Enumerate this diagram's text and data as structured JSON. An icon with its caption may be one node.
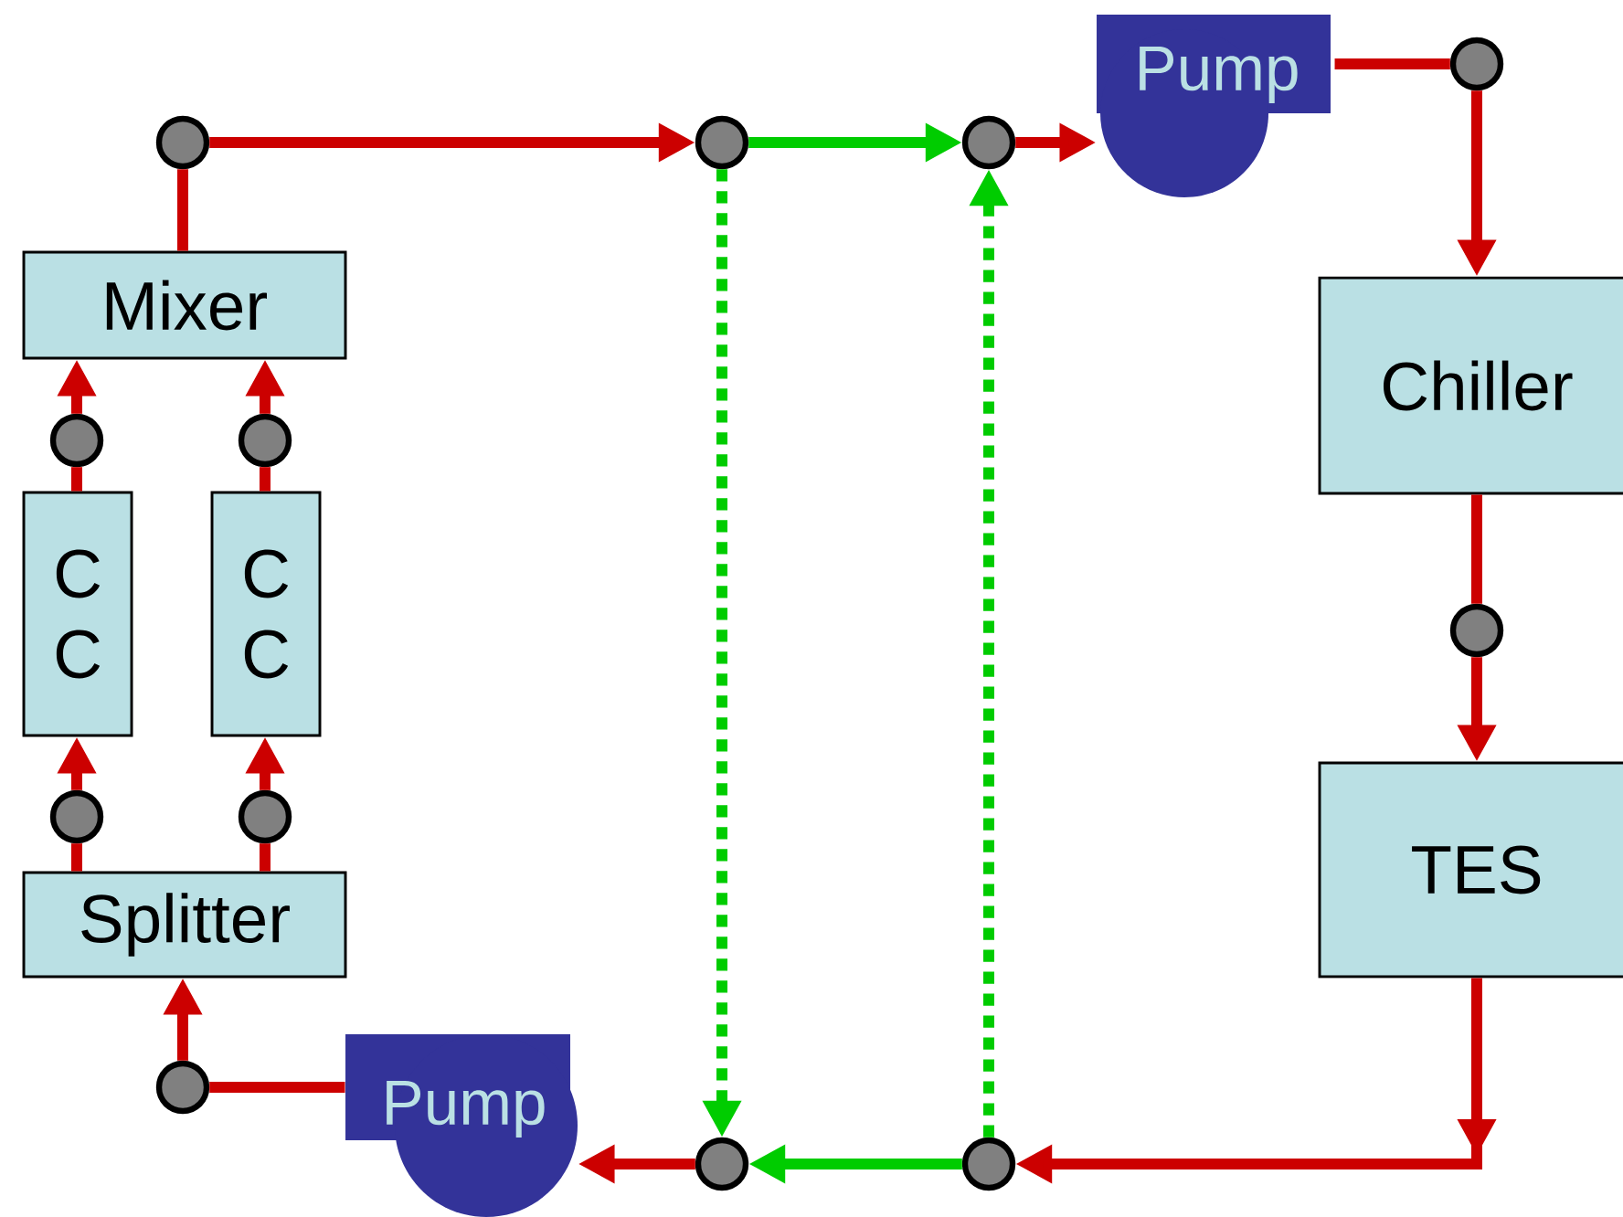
{
  "diagram": {
    "nodes": [
      {
        "text": [],
        "shape": "circle"
      },
      {
        "text": [],
        "shape": "circle"
      },
      {
        "text": [],
        "shape": "circle"
      },
      {
        "text": [
          "Pump"
        ]
      },
      {
        "text": [],
        "shape": "circle"
      },
      {
        "text": [
          "Mixer"
        ]
      },
      {
        "text": [
          "Chiller"
        ]
      },
      {
        "text": [],
        "shape": "circle"
      },
      {
        "text": [],
        "shape": "circle"
      },
      {
        "text": [
          "C C"
        ]
      },
      {
        "text": [
          "C C"
        ]
      },
      {
        "text": [],
        "shape": "circle"
      },
      {
        "text": [
          "TES"
        ]
      },
      {
        "text": [],
        "shape": "circle"
      },
      {
        "text": [],
        "shape": "circle"
      },
      {
        "text": [
          "Splitter"
        ]
      },
      {
        "text": [],
        "shape": "circle"
      },
      {
        "text": [
          "Pump"
        ]
      },
      {
        "text": [],
        "shape": "circle"
      },
      {
        "text": [],
        "shape": "circle"
      }
    ],
    "edges": [
      {
        "from": 5,
        "to": 0,
        "arrow": "none"
      },
      {
        "from": 0,
        "to": 1,
        "arrow": "to"
      },
      {
        "from": 1,
        "to": 2,
        "arrow": "to",
        "color": "#00cc00"
      },
      {
        "from": 2,
        "to": 3,
        "arrow": "to"
      },
      {
        "from": 3,
        "to": 4,
        "arrow": "none"
      },
      {
        "from": 4,
        "to": 6,
        "arrow": "to"
      },
      {
        "from": 6,
        "to": 11,
        "arrow": "none"
      },
      {
        "from": 11,
        "to": 12,
        "arrow": "to"
      },
      {
        "from": 12,
        "to": 19,
        "arrow": "to"
      },
      {
        "from": 19,
        "to": 18,
        "arrow": "to",
        "color": "#00cc00"
      },
      {
        "from": 18,
        "to": 17,
        "arrow": "to"
      },
      {
        "from": 17,
        "to": 16,
        "arrow": "none"
      },
      {
        "from": 16,
        "to": 15,
        "arrow": "to"
      },
      {
        "from": 15,
        "to": 13,
        "arrow": "none"
      },
      {
        "from": 15,
        "to": 14,
        "arrow": "none"
      },
      {
        "from": 13,
        "to": 9,
        "arrow": "to"
      },
      {
        "from": 14,
        "to": 10,
        "arrow": "to"
      },
      {
        "from": 9,
        "to": 7,
        "arrow": "none"
      },
      {
        "from": 10,
        "to": 8,
        "arrow": "none"
      },
      {
        "from": 7,
        "to": 5,
        "arrow": "to"
      },
      {
        "from": 8,
        "to": 5,
        "arrow": "to"
      },
      {
        "from": 1,
        "to": 18,
        "arrow": "to",
        "style": "dashed",
        "color": "#00cc00"
      },
      {
        "from": 19,
        "to": 2,
        "arrow": "to",
        "style": "dashed",
        "color": "#00cc00"
      }
    ]
  }
}
